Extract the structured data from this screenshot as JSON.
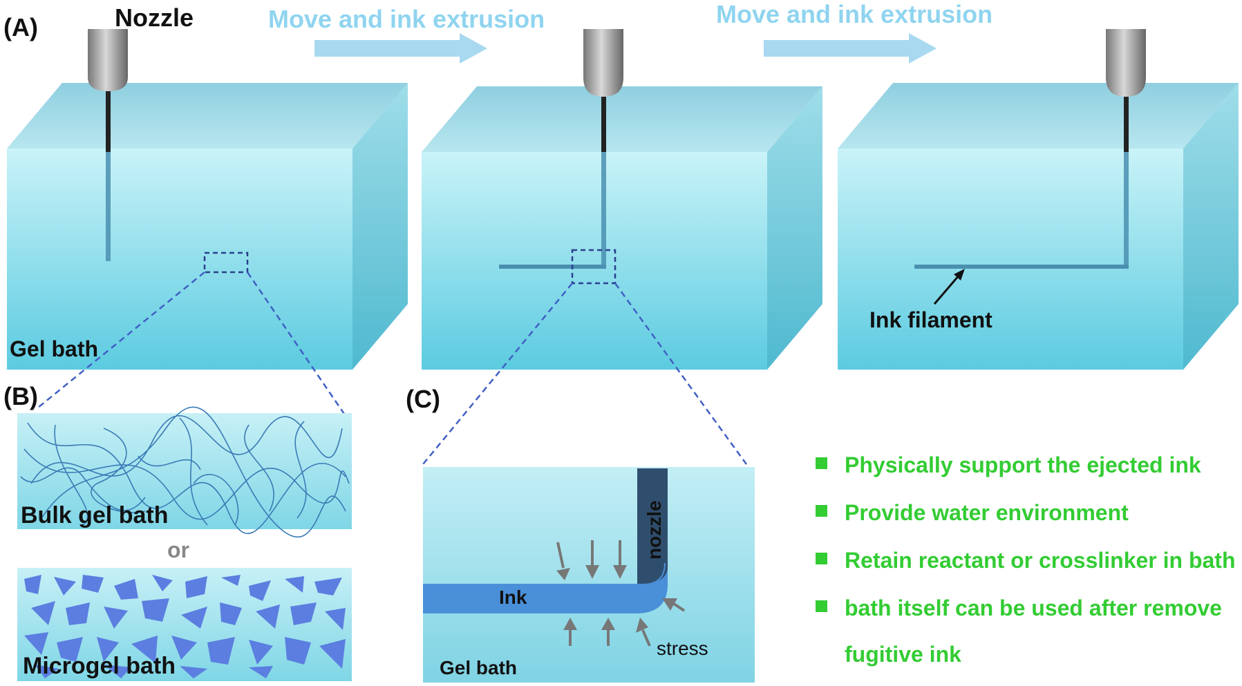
{
  "panels": {
    "a_label": "(A)",
    "b_label": "(B)",
    "c_label": "(C)"
  },
  "labels": {
    "nozzle": "Nozzle",
    "move_1": "Move and ink extrusion",
    "move_2": "Move and ink extrusion",
    "gel_bath": "Gel bath",
    "ink_filament": "Ink filament",
    "bulk_gel_bath": "Bulk gel bath",
    "or": "or",
    "microgel_bath": "Microgel bath",
    "c_nozzle": "nozzle",
    "c_ink": "Ink",
    "c_stress": "stress",
    "c_gel_bath": "Gel bath"
  },
  "bullets": [
    "Physically support the ejected ink",
    "Provide water environment",
    "Retain reactant or crosslinker in bath",
    "bath itself can be used after remove",
    "fugitive ink"
  ],
  "colors": {
    "bath_top": "#a9e3ee",
    "bath_front_top": "#c8f2f8",
    "bath_front_bottom": "#5fcde0",
    "bath_side": "#7fd0e0",
    "arrow": "#9fd8ef",
    "bullet": "#33cc33",
    "ink": "#4a90d9",
    "microgel": "#5577dd"
  }
}
